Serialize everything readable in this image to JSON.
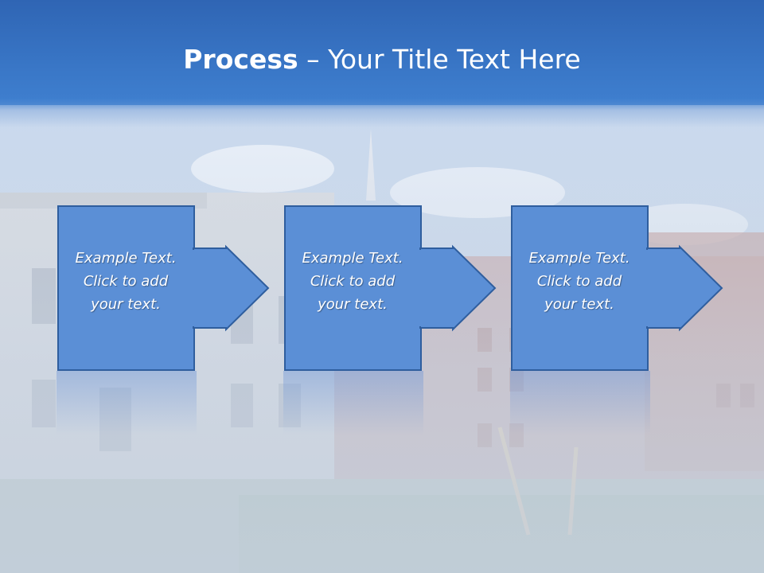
{
  "slide": {
    "title_bold": "Process",
    "title_rest": " – Your Title Text Here"
  },
  "steps": [
    {
      "line1": "Example Text.",
      "line2": "Click  to add",
      "line3": "your text."
    },
    {
      "line1": "Example Text.",
      "line2": "Click  to add",
      "line3": "your text."
    },
    {
      "line1": "Example Text.",
      "line2": "Click  to add",
      "line3": "your text."
    }
  ],
  "colors": {
    "title_bar": "#3a78c8",
    "step_fill": "#5b8fd6",
    "step_border": "#2f5e9e",
    "text": "#ffffff"
  },
  "icons": [
    "right-arrow-icon"
  ]
}
